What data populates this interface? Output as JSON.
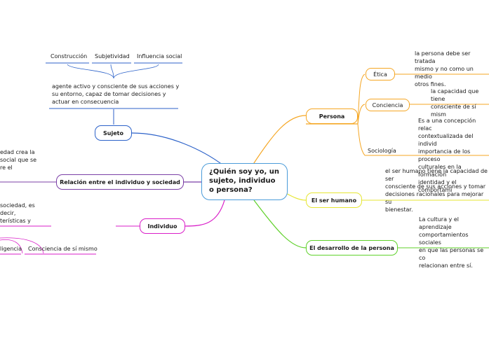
{
  "central": {
    "title": "¿Quién soy yo, un sujeto, individuo o persona?"
  },
  "branches": {
    "persona": {
      "label": "Persona",
      "color": "#f5a623",
      "children": [
        {
          "label": "Ética",
          "text": "la persona debe ser tratada\nmismo y no como un medio\notros fines."
        },
        {
          "label": "Conciencia",
          "text": "la capacidad que tiene\nconsciente de sí mism"
        },
        {
          "label": "Sociología",
          "text": "Es a una concepción relac\ncontextualizada del individ\nimportancia de los proceso\nculturales en la formación\nidentidad y el comportami"
        }
      ]
    },
    "ser_humano": {
      "label": "El ser humano",
      "color": "#e6e632",
      "text": "el ser humano tiene la capacidad de ser\nconsciente de sus acciones y tomar\ndecisiones racionales para mejorar su\nbienestar."
    },
    "desarrollo": {
      "label": "El desarrollo de la persona",
      "color": "#5fd12a",
      "text": "La cultura y el aprendizaje\ncomportamientos sociales\nen que las personas se co\nrelacionan entre sí."
    },
    "sujeto": {
      "label": "Sujeto",
      "color": "#2c62c9",
      "text": "agente activo y consciente de sus acciones y\nsu entorno, capaz de tomar decisiones y\nactuar en consecuencia",
      "children": [
        "Construcción",
        "Subjetividad",
        "Influencia social"
      ]
    },
    "relacion": {
      "label": "Relación entre el individuo y sociedad",
      "color": "#7b3fa6",
      "text": "edad crea la\n social que se\nre el"
    },
    "individuo": {
      "label": "Individuo",
      "color": "#d91ec8",
      "text": "sociedad, es decir,\nterísticas y",
      "children": [
        "ligencia",
        "Consciencia de sí mismo"
      ]
    }
  }
}
